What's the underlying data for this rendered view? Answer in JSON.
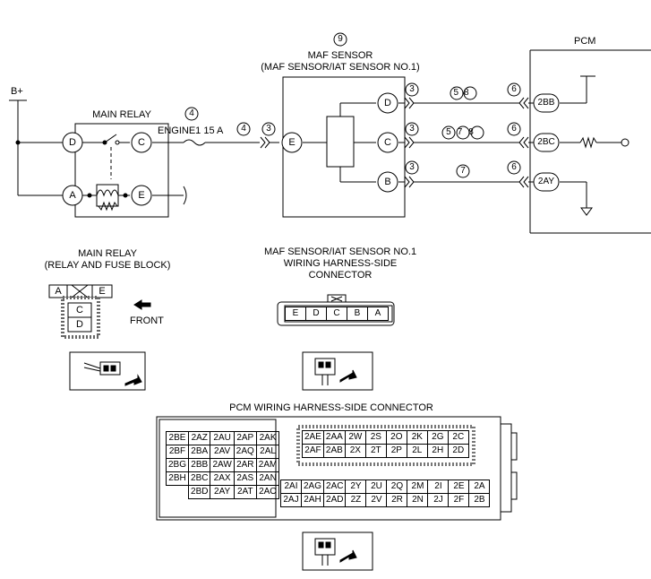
{
  "supply": {
    "label": "B+"
  },
  "main_relay": {
    "title": "MAIN RELAY",
    "terminals": [
      "D",
      "C",
      "A",
      "E"
    ]
  },
  "fuse": {
    "callout": "4",
    "label": "ENGINE1 15 A",
    "callout_right": "4"
  },
  "maf": {
    "callout": "9",
    "title": "MAF SENSOR",
    "subtitle": "(MAF SENSOR/IAT SENSOR NO.1)",
    "left_terminal": "E",
    "left_callout": "3",
    "terminals": [
      "D",
      "C",
      "B"
    ],
    "terminal_callouts": [
      "3",
      "3",
      "3"
    ]
  },
  "wires": [
    {
      "callout": "58"
    },
    {
      "callout": "578"
    },
    {
      "callout": "7"
    }
  ],
  "pcm": {
    "title": "PCM",
    "terminals": [
      "2BB",
      "2BC",
      "2AY"
    ],
    "terminal_callouts": [
      "6",
      "6",
      "6"
    ]
  },
  "relay_connector": {
    "title_line1": "MAIN RELAY",
    "title_line2": "(RELAY AND FUSE BLOCK)",
    "top": [
      "A",
      "E"
    ],
    "bottom": [
      "C",
      "D"
    ],
    "front_label": "FRONT"
  },
  "maf_connector": {
    "title_line1": "MAF SENSOR/IAT SENSOR NO.1",
    "title_line2": "WIRING HARNESS-SIDE",
    "title_line3": "CONNECTOR",
    "pins": [
      "E",
      "D",
      "C",
      "B",
      "A"
    ]
  },
  "pcm_connector": {
    "title": "PCM WIRING HARNESS-SIDE CONNECTOR",
    "left_rows": [
      [
        "2BE",
        "2AZ",
        "2AU",
        "2AP",
        "2AK"
      ],
      [
        "2BF",
        "2BA",
        "2AV",
        "2AQ",
        "2AL"
      ],
      [
        "2BG",
        "2BB",
        "2AW",
        "2AR",
        "2AM"
      ],
      [
        "2BH",
        "2BC",
        "2AX",
        "2AS",
        "2AN"
      ],
      [
        "",
        "2BD",
        "2AY",
        "2AT",
        "2AO"
      ]
    ],
    "right_top_rows": [
      [
        "2AE",
        "2AA",
        "2W",
        "2S",
        "2O",
        "2K",
        "2G",
        "2C"
      ],
      [
        "2AF",
        "2AB",
        "2X",
        "2T",
        "2P",
        "2L",
        "2H",
        "2D"
      ]
    ],
    "right_bottom_rows": [
      [
        "2AI",
        "2AG",
        "2AC",
        "2Y",
        "2U",
        "2Q",
        "2M",
        "2I",
        "2E",
        "2A"
      ],
      [
        "2AJ",
        "2AH",
        "2AD",
        "2Z",
        "2V",
        "2R",
        "2N",
        "2J",
        "2F",
        "2B"
      ]
    ]
  }
}
